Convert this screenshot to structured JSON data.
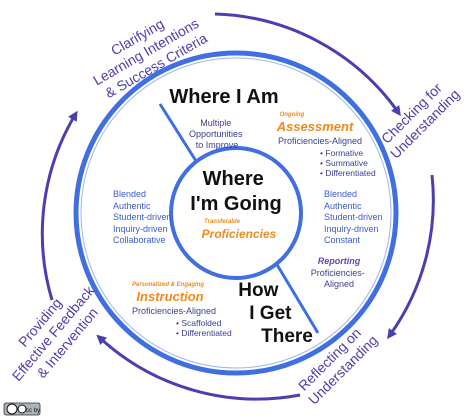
{
  "outer_labels": {
    "top_left": [
      "Clarifying",
      "Learning Intentions",
      "& Success Criteria"
    ],
    "top_right": [
      "Checking for",
      "Understanding"
    ],
    "bottom_right": [
      "Reflecting on",
      "Understanding"
    ],
    "bottom_left": [
      "Providing",
      "Effective Feedback",
      "& Intervention"
    ]
  },
  "quadrants": {
    "where_i_am": "Where I Am",
    "where_im_going": [
      "Where",
      "I'm Going"
    ],
    "how_i_get_there": [
      "How",
      "I Get",
      "There"
    ]
  },
  "multiple_opportunities": [
    "Multiple",
    "Opportunities",
    "to Improve"
  ],
  "assessment": {
    "kicker": "Ongoing",
    "title": "Assessment",
    "subtitle": "Proficiencies-Aligned",
    "bullets": [
      "• Formative",
      "• Summative",
      "• Differentiated"
    ]
  },
  "left_list": [
    "Blended",
    "Authentic",
    "Student-driven",
    "Inquiry-driven",
    "Collaborative"
  ],
  "right_list": [
    "Blended",
    "Authentic",
    "Student-driven",
    "Inquiry-driven",
    "Constant"
  ],
  "proficiencies": {
    "kicker": "Transferable",
    "title": "Proficiencies"
  },
  "reporting": {
    "title": "Reporting",
    "lines": [
      "Proficiencies-",
      "Aligned"
    ]
  },
  "instruction": {
    "kicker": "Personalized & Engaging",
    "title": "Instruction",
    "subtitle": "Proficiencies-Aligned",
    "bullets": [
      "• Scaffolded",
      "• Differentiated"
    ]
  },
  "license_badge": "cc by",
  "colors": {
    "ring": "#3f6fe0",
    "arrow": "#4a3fb0",
    "accent": "#f08a1c",
    "text_blue": "#3b5bd6"
  }
}
